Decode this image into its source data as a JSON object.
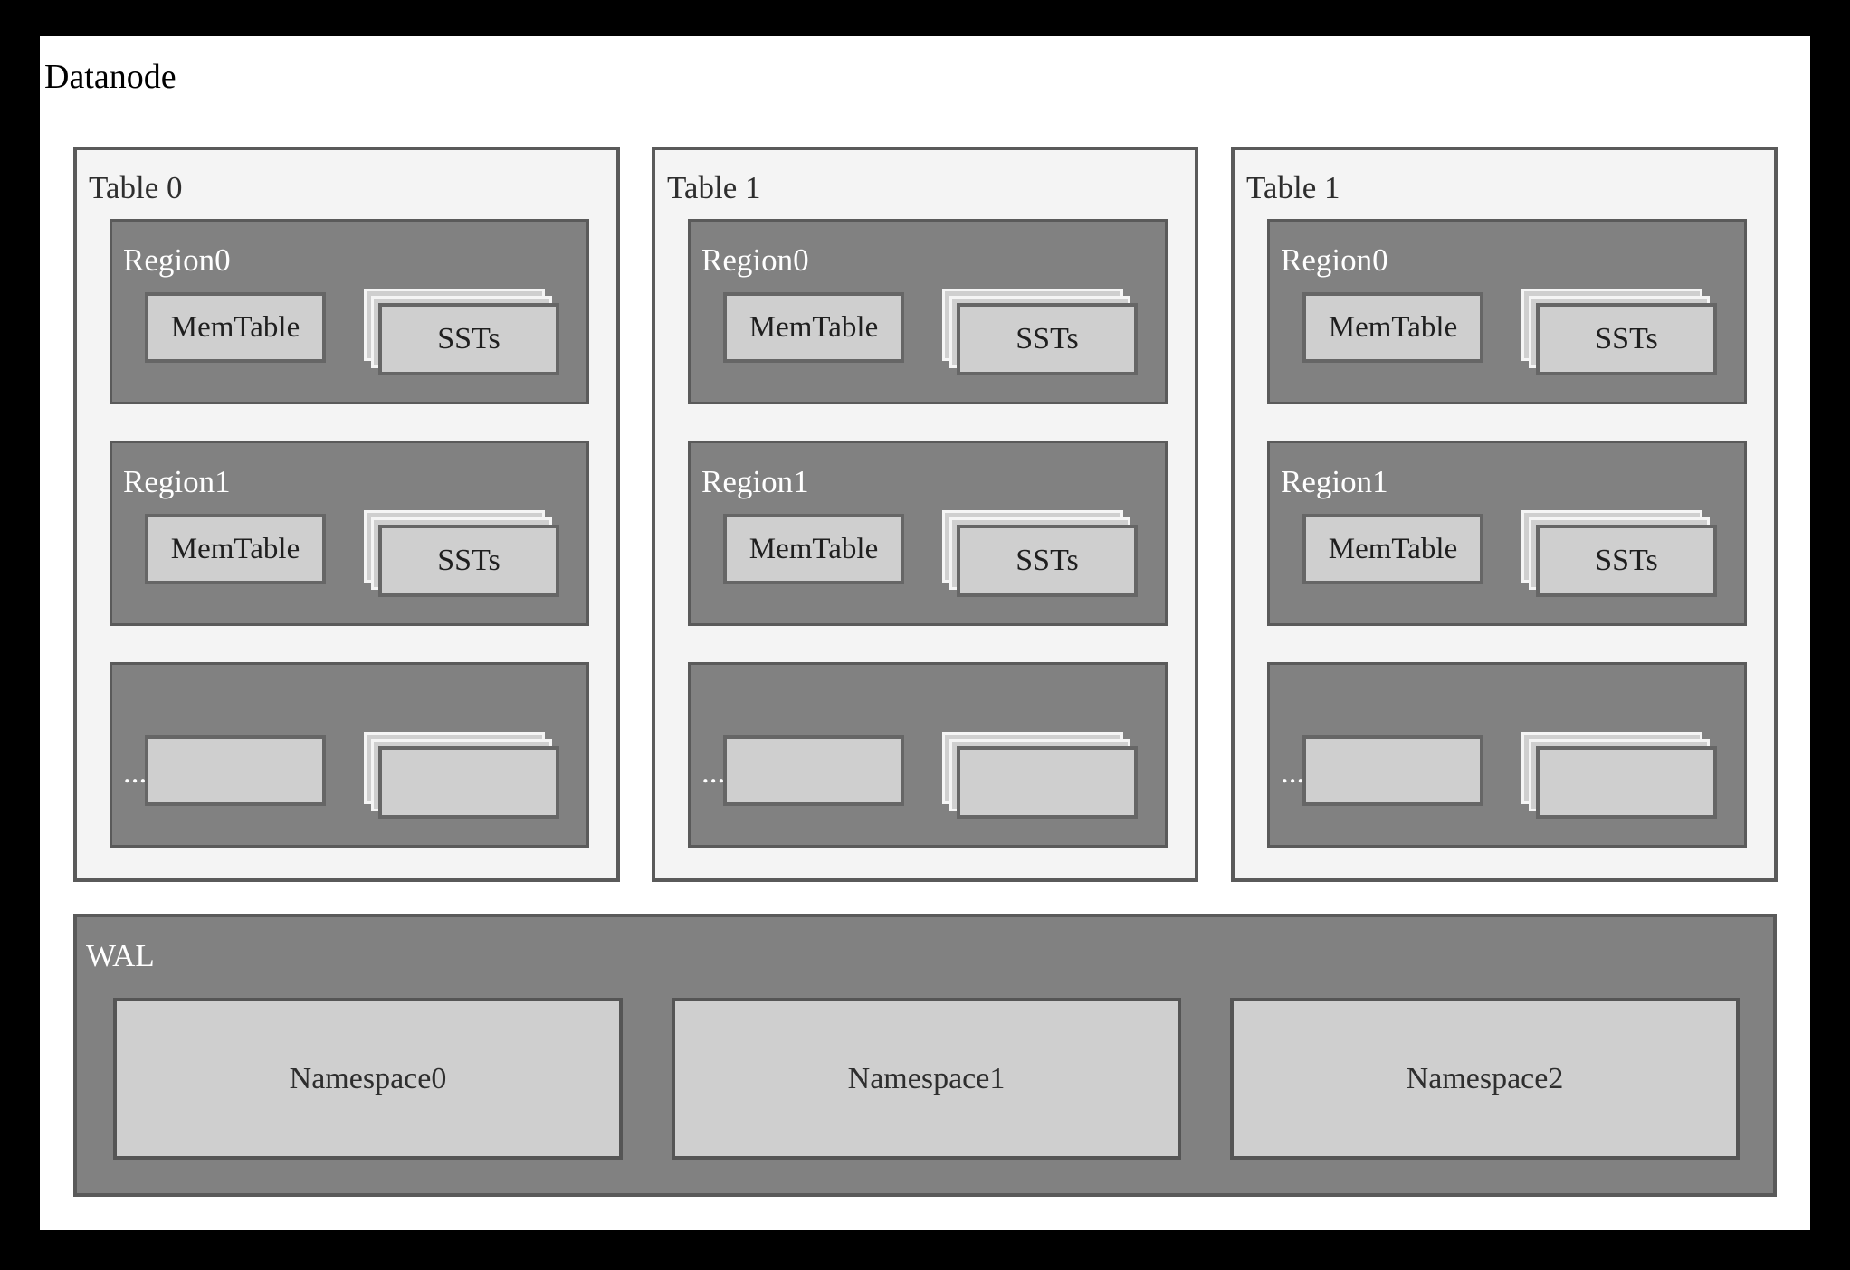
{
  "title": "Datanode",
  "tables": [
    {
      "label": "Table 0",
      "regions": [
        {
          "label": "Region0",
          "memtable": "MemTable",
          "ssts": "SSTs"
        },
        {
          "label": "Region1",
          "memtable": "MemTable",
          "ssts": "SSTs"
        },
        {
          "label": "...",
          "memtable": "",
          "ssts": ""
        }
      ]
    },
    {
      "label": "Table 1",
      "regions": [
        {
          "label": "Region0",
          "memtable": "MemTable",
          "ssts": "SSTs"
        },
        {
          "label": "Region1",
          "memtable": "MemTable",
          "ssts": "SSTs"
        },
        {
          "label": "...",
          "memtable": "",
          "ssts": ""
        }
      ]
    },
    {
      "label": "Table 1",
      "regions": [
        {
          "label": "Region0",
          "memtable": "MemTable",
          "ssts": "SSTs"
        },
        {
          "label": "Region1",
          "memtable": "MemTable",
          "ssts": "SSTs"
        },
        {
          "label": "...",
          "memtable": "",
          "ssts": ""
        }
      ]
    }
  ],
  "wal": {
    "label": "WAL",
    "namespaces": [
      "Namespace0",
      "Namespace1",
      "Namespace2"
    ]
  },
  "colors": {
    "frame": "#000000",
    "canvas": "#ffffff",
    "table_bg": "#f4f4f4",
    "table_border": "#5a5a5a",
    "region_bg": "#818181",
    "region_border": "#5a5a5a",
    "box_bg": "#cfcfcf",
    "box_border": "#666666",
    "ns_border": "#555555",
    "stack_back_border": "#f5f5f5",
    "label_light": "#ffffff",
    "label_dark": "#2e2e2e",
    "text_dark": "#1f1f1f"
  }
}
